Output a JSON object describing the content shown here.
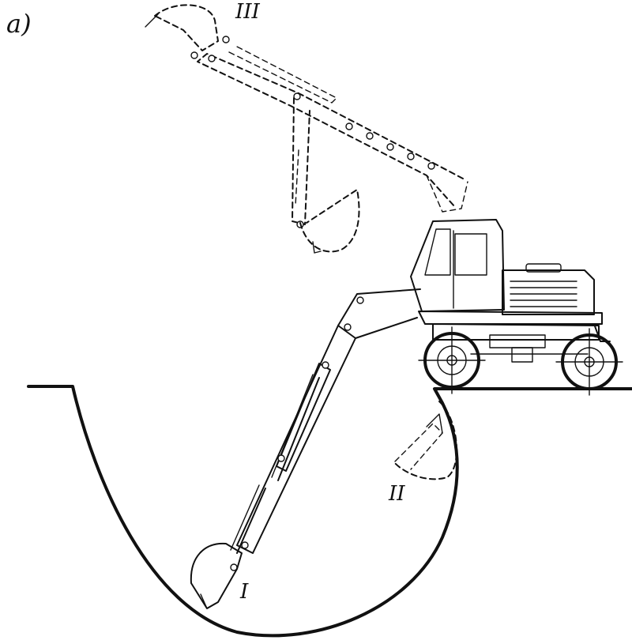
{
  "figure": {
    "panel_label": "а)",
    "positions": {
      "first": "I",
      "second": "II",
      "third": "III"
    }
  },
  "colors": {
    "ink": "#111111",
    "background": "#ffffff"
  }
}
